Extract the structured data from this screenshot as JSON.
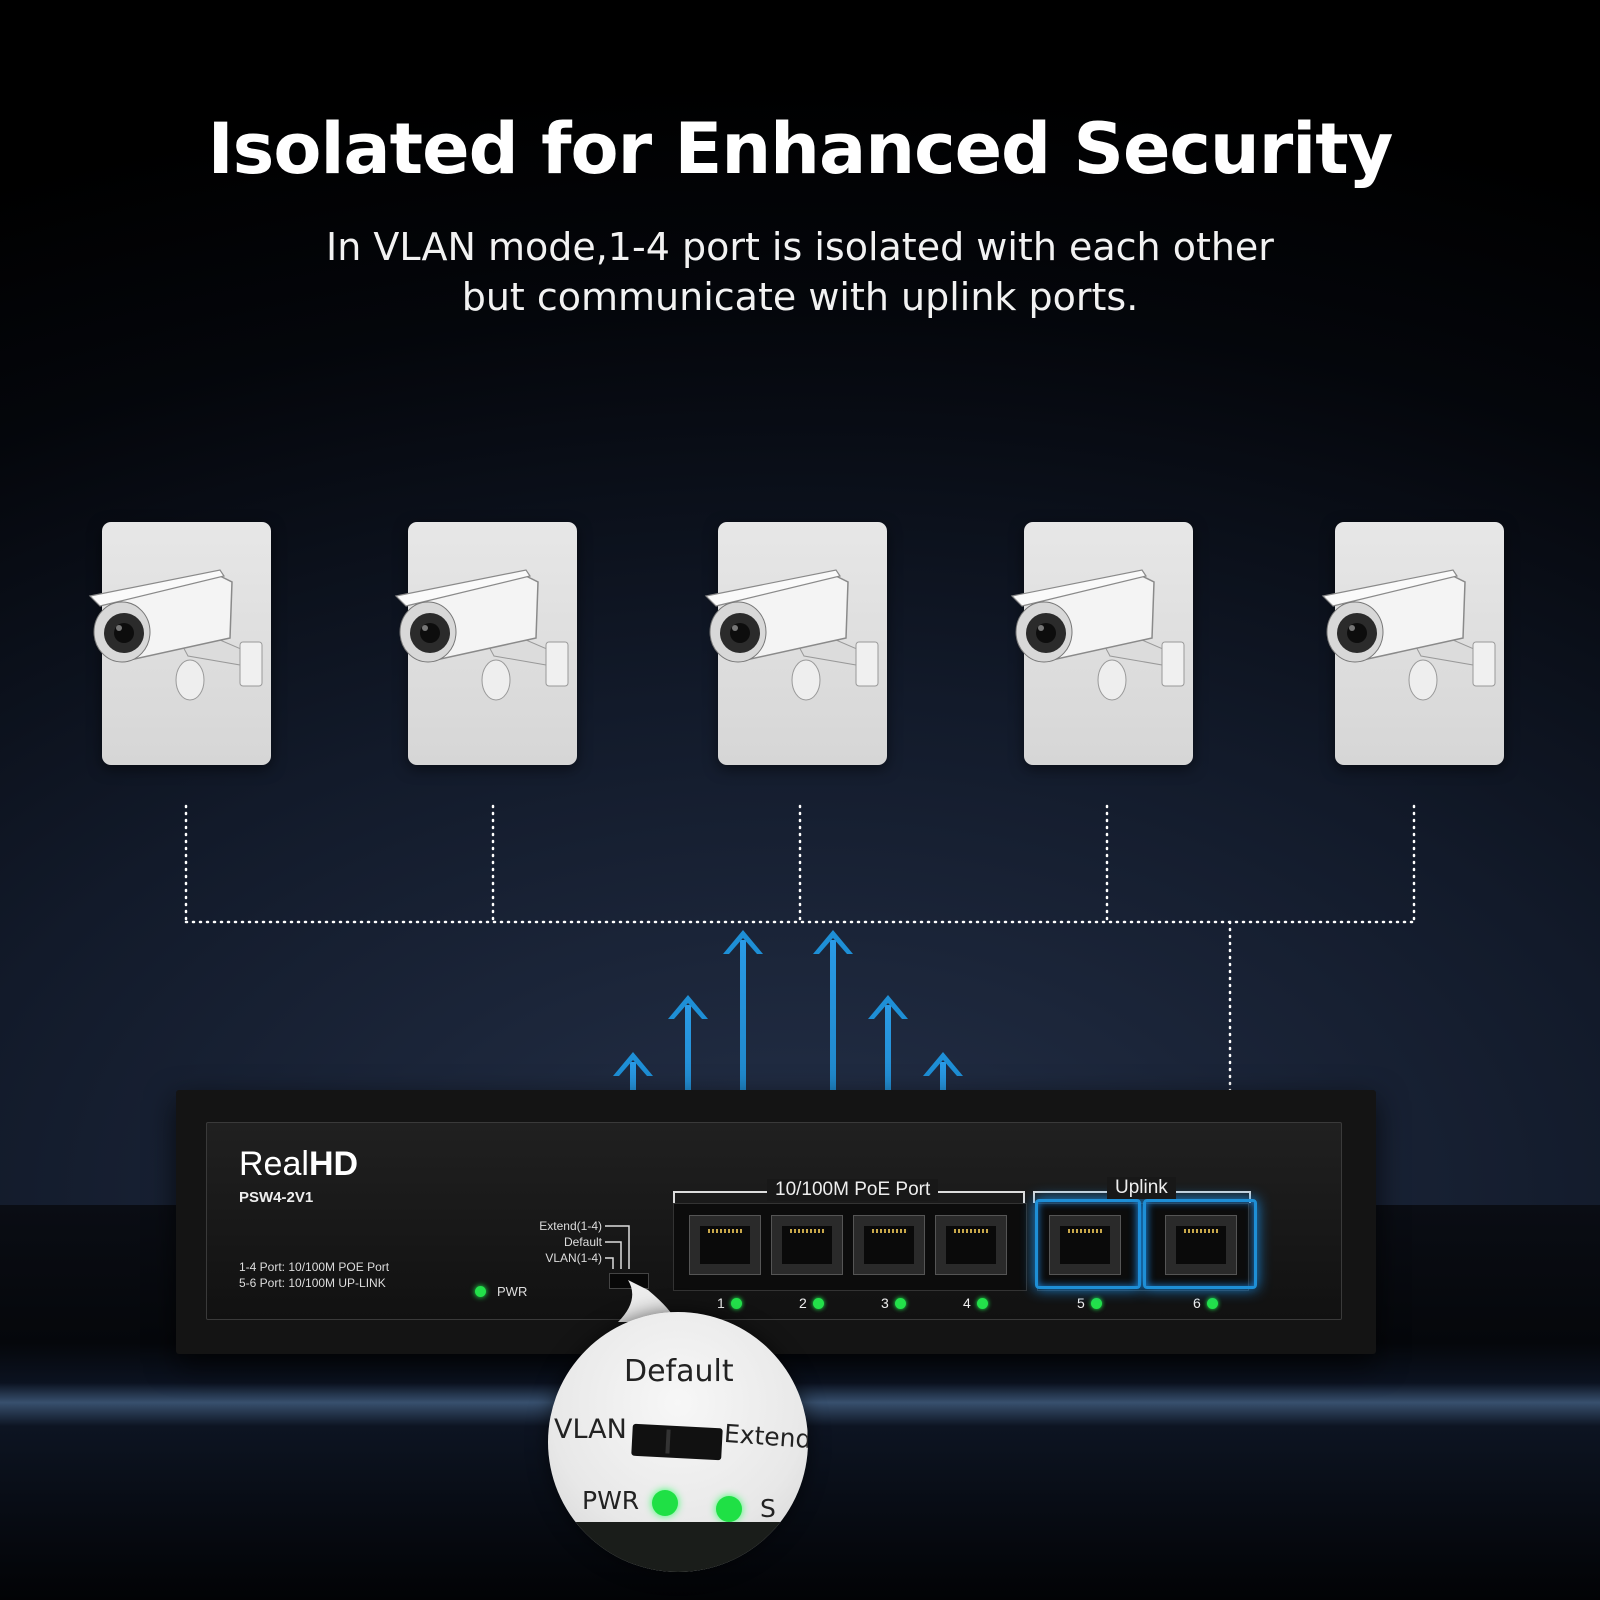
{
  "header": {
    "title": "Isolated for Enhanced Security",
    "subtitle_line1": "In VLAN mode,1-4 port is isolated with each other",
    "subtitle_line2": "but communicate with uplink ports."
  },
  "cameras": [
    {
      "icon": "security-camera-icon"
    },
    {
      "icon": "security-camera-icon"
    },
    {
      "icon": "security-camera-icon"
    },
    {
      "icon": "security-camera-icon"
    },
    {
      "icon": "security-camera-icon"
    }
  ],
  "switch": {
    "brand_light": "Real",
    "brand_bold": "HD",
    "model": "PSW4-2V1",
    "spec_line1": "1-4 Port: 10/100M POE Port",
    "spec_line2": "5-6 Port: 10/100M UP-LINK",
    "pwr_label": "PWR",
    "mode_switch": {
      "option_extend": "Extend(1-4)",
      "option_default": "Default",
      "option_vlan": "VLAN(1-4)"
    },
    "poe_section_label": "10/100M PoE Port",
    "uplink_section_label": "Uplink",
    "ports": [
      {
        "number": "1",
        "type": "poe"
      },
      {
        "number": "2",
        "type": "poe"
      },
      {
        "number": "3",
        "type": "poe"
      },
      {
        "number": "4",
        "type": "poe"
      },
      {
        "number": "5",
        "type": "uplink"
      },
      {
        "number": "6",
        "type": "uplink"
      }
    ]
  },
  "zoom_callout": {
    "label_default": "Default",
    "label_vlan": "VLAN",
    "label_extend": "Extend",
    "label_pwr": "PWR",
    "label_partial": "S"
  },
  "colors": {
    "arrow_blue": "#1e8fd6",
    "led_green": "#23e04a",
    "uplink_glow": "#1e8fd6"
  }
}
